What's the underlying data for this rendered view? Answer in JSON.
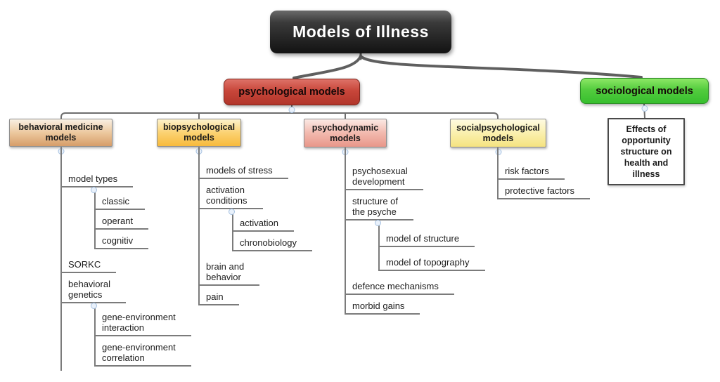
{
  "title": "Models of Illness",
  "colors": {
    "root_bg": "#1e1e1e",
    "psychological": "#c0392b",
    "sociological": "#3ec42f",
    "behavioral_medicine": "#dfa671",
    "biopsychological": "#f8bc42",
    "psychodynamic": "#eb9c8f",
    "socialpsychological": "#f5e382",
    "connector": "#6e6e6e"
  },
  "psychological": {
    "label": "psychological models",
    "behavioral_medicine": {
      "label": "behavioral medicine\nmodels",
      "model_types": {
        "label": "model types",
        "children": {
          "classic": "classic",
          "operant": "operant",
          "cognitiv": "cognitiv"
        }
      },
      "sorkc": {
        "label": "SORKC"
      },
      "behavioral_genetics": {
        "label": "behavioral\ngenetics",
        "children": {
          "interaction": "gene-environment\ninteraction",
          "correlation": "gene-environment\ncorrelation"
        }
      }
    },
    "biopsychological": {
      "label": "biopsychological\nmodels",
      "models_of_stress": {
        "label": "models of stress"
      },
      "activation_conditions": {
        "label": "activation\nconditions",
        "children": {
          "activation": "activation",
          "chronobiology": "chronobiology"
        }
      },
      "brain_and_behavior": {
        "label": "brain and\nbehavior"
      },
      "pain": {
        "label": "pain"
      }
    },
    "psychodynamic": {
      "label": "psychodynamic\nmodels",
      "psychosexual_development": {
        "label": "psychosexual\ndevelopment"
      },
      "structure_of_the_psyche": {
        "label": "structure of\nthe psyche",
        "children": {
          "model_of_structure": "model of structure",
          "model_of_topography": "model of topography"
        }
      },
      "defence_mechanisms": {
        "label": "defence mechanisms"
      },
      "morbid_gains": {
        "label": "morbid gains"
      }
    },
    "socialpsychological": {
      "label": "socialpsychological\nmodels",
      "risk_factors": {
        "label": "risk factors"
      },
      "protective_factors": {
        "label": "protective factors"
      }
    }
  },
  "sociological": {
    "label": "sociological models",
    "effects": {
      "label": "Effects of\nopportunity\nstructure on\nhealth and\nillness"
    }
  }
}
